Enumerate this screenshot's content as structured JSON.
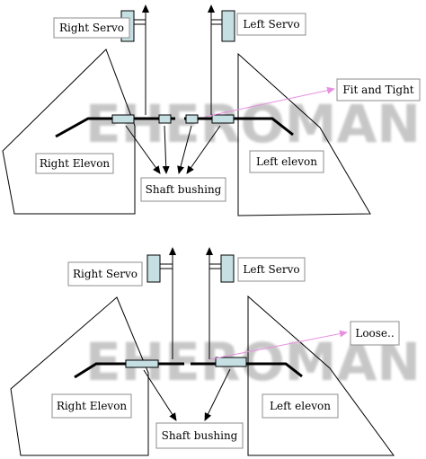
{
  "watermark": "EHEROMAN",
  "colors": {
    "ink": "#000000",
    "bushing_fill": "#c6dfe3",
    "servo_fill": "#c6dfe3",
    "callout": "#e890e0",
    "label_border": "#8c8c8c",
    "watermark": "#9a9a9a"
  },
  "panels": [
    {
      "right_servo": "Right Servo",
      "left_servo": "Left Servo",
      "right_elevon": "Right Elevon",
      "left_elevon": "Left elevon",
      "shaft_bushing": "Shaft bushing",
      "callout": "Fit and Tight"
    },
    {
      "right_servo": "Right Servo",
      "left_servo": "Left Servo",
      "right_elevon": "Right Elevon",
      "left_elevon": "Left elevon",
      "shaft_bushing": "Shaft bushing",
      "callout": "Loose.."
    }
  ]
}
